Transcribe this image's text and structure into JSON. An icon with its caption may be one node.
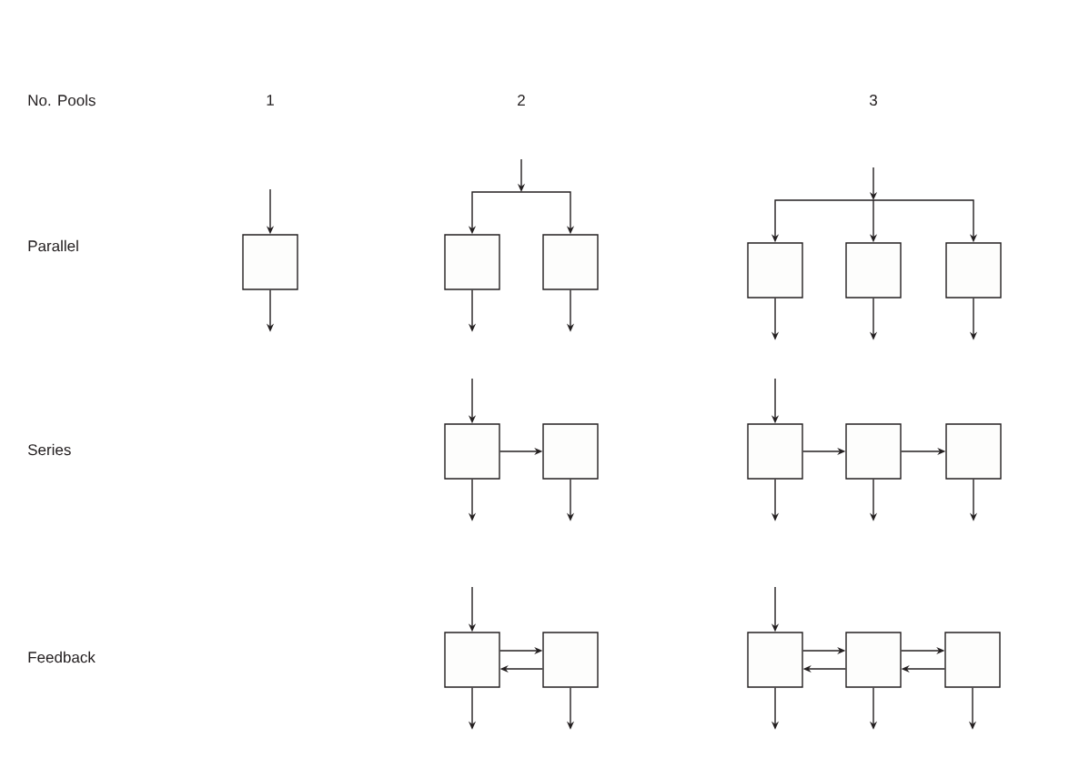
{
  "diagram": {
    "nodes": [
      {
        "text": [],
        "shape": "box"
      },
      {
        "text": [],
        "shape": "box"
      },
      {
        "text": [],
        "shape": "box"
      },
      {
        "text": [],
        "shape": "box"
      },
      {
        "text": [],
        "shape": "box"
      },
      {
        "text": [],
        "shape": "box"
      },
      {
        "text": [],
        "shape": "box"
      },
      {
        "text": [],
        "shape": "box"
      },
      {
        "text": [],
        "shape": "box"
      },
      {
        "text": [],
        "shape": "box"
      },
      {
        "text": [],
        "shape": "box"
      },
      {
        "text": [],
        "shape": "box"
      },
      {
        "text": [],
        "shape": "box"
      },
      {
        "text": [],
        "shape": "box"
      },
      {
        "text": [],
        "shape": "box"
      },
      {
        "text": [],
        "shape": "box"
      }
    ],
    "edges": [
      {
        "from": null,
        "to": 0,
        "arrow": "to"
      },
      {
        "from": null,
        "to": 1,
        "arrow": "to"
      },
      {
        "from": null,
        "to": 2,
        "arrow": "to"
      },
      {
        "from": null,
        "to": 3,
        "arrow": "to"
      },
      {
        "from": null,
        "to": 4,
        "arrow": "to"
      },
      {
        "from": null,
        "to": 5,
        "arrow": "to"
      },
      {
        "from": null,
        "to": 6,
        "arrow": "to"
      },
      {
        "from": 6,
        "to": 7,
        "arrow": "to"
      },
      {
        "from": null,
        "to": 8,
        "arrow": "to"
      },
      {
        "from": 8,
        "to": 9,
        "arrow": "to"
      },
      {
        "from": 9,
        "to": 10,
        "arrow": "to"
      },
      {
        "from": null,
        "to": 11,
        "arrow": "to"
      },
      {
        "from": 11,
        "to": 12,
        "arrow": "to"
      },
      {
        "from": 12,
        "to": 11,
        "arrow": "to"
      },
      {
        "from": null,
        "to": 13,
        "arrow": "to"
      },
      {
        "from": 13,
        "to": 14,
        "arrow": "to"
      },
      {
        "from": 14,
        "to": 13,
        "arrow": "to"
      },
      {
        "from": 14,
        "to": 15,
        "arrow": "to"
      },
      {
        "from": 15,
        "to": 14,
        "arrow": "to"
      },
      {
        "from": 0,
        "to": null,
        "arrow": "to"
      },
      {
        "from": 1,
        "to": null,
        "arrow": "to"
      },
      {
        "from": 2,
        "to": null,
        "arrow": "to"
      },
      {
        "from": 3,
        "to": null,
        "arrow": "to"
      },
      {
        "from": 4,
        "to": null,
        "arrow": "to"
      },
      {
        "from": 5,
        "to": null,
        "arrow": "to"
      },
      {
        "from": 6,
        "to": null,
        "arrow": "to"
      },
      {
        "from": 7,
        "to": null,
        "arrow": "to"
      },
      {
        "from": 8,
        "to": null,
        "arrow": "to"
      },
      {
        "from": 9,
        "to": null,
        "arrow": "to"
      },
      {
        "from": 10,
        "to": null,
        "arrow": "to"
      },
      {
        "from": 11,
        "to": null,
        "arrow": "to"
      },
      {
        "from": 12,
        "to": null,
        "arrow": "to"
      },
      {
        "from": 13,
        "to": null,
        "arrow": "to"
      },
      {
        "from": 14,
        "to": null,
        "arrow": "to"
      },
      {
        "from": 15,
        "to": null,
        "arrow": "to"
      }
    ],
    "labels": [
      "No. Pools",
      "1",
      "2",
      "3",
      "Parallel",
      "Series",
      "Feedback"
    ]
  }
}
